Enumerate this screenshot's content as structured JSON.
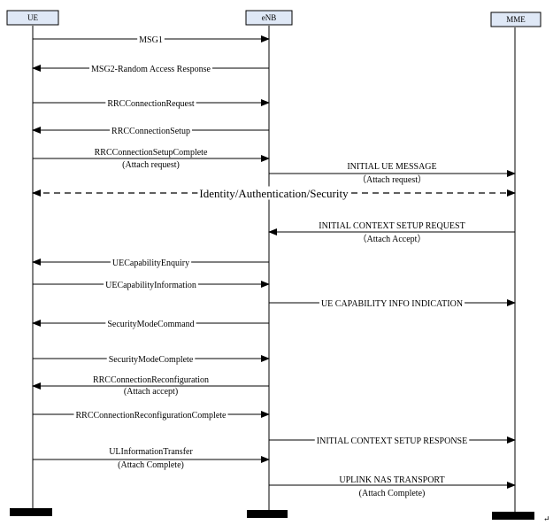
{
  "entities": [
    {
      "id": "ue",
      "label": "UE"
    },
    {
      "id": "enb",
      "label": "eNB"
    },
    {
      "id": "mme",
      "label": "MME"
    }
  ],
  "messages": [
    {
      "from": "ue",
      "to": "enb",
      "lines": [
        "MSG1"
      ]
    },
    {
      "from": "enb",
      "to": "ue",
      "lines": [
        "MSG2-Random Access Response"
      ]
    },
    {
      "from": "ue",
      "to": "enb",
      "lines": [
        "RRCConnectionRequest"
      ]
    },
    {
      "from": "enb",
      "to": "ue",
      "lines": [
        "RRCConnectionSetup"
      ]
    },
    {
      "from": "ue",
      "to": "enb",
      "lines": [
        "RRCConnectionSetupComplete",
        "(Attach request)"
      ]
    },
    {
      "from": "enb",
      "to": "mme",
      "lines": [
        "INITIAL UE MESSAGE",
        "（Attach request）"
      ]
    },
    {
      "from": "ue",
      "to": "mme",
      "lines": [
        "Identity/Authentication/Security"
      ],
      "style": "dashed-both"
    },
    {
      "from": "mme",
      "to": "enb",
      "lines": [
        "INITIAL CONTEXT SETUP REQUEST",
        "（Attach Accept）"
      ]
    },
    {
      "from": "enb",
      "to": "ue",
      "lines": [
        "UECapabilityEnquiry"
      ]
    },
    {
      "from": "ue",
      "to": "enb",
      "lines": [
        "UECapabilityInformation"
      ]
    },
    {
      "from": "enb",
      "to": "mme",
      "lines": [
        "UE CAPABILITY INFO INDICATION"
      ]
    },
    {
      "from": "enb",
      "to": "ue",
      "lines": [
        "SecurityModeCommand"
      ]
    },
    {
      "from": "ue",
      "to": "enb",
      "lines": [
        "SecurityModeComplete"
      ]
    },
    {
      "from": "enb",
      "to": "ue",
      "lines": [
        "RRCConnectionReconfiguration",
        "(Attach accept)"
      ]
    },
    {
      "from": "ue",
      "to": "enb",
      "lines": [
        "RRCConnectionReconfigurationComplete"
      ]
    },
    {
      "from": "enb",
      "to": "mme",
      "lines": [
        "INITIAL CONTEXT SETUP RESPONSE"
      ]
    },
    {
      "from": "ue",
      "to": "enb",
      "lines": [
        "ULInformationTransfer",
        "(Attach Complete)"
      ]
    },
    {
      "from": "enb",
      "to": "mme",
      "lines": [
        "UPLINK NAS TRANSPORT",
        "(Attach Complete)"
      ]
    }
  ],
  "paragraph_mark": "↵"
}
